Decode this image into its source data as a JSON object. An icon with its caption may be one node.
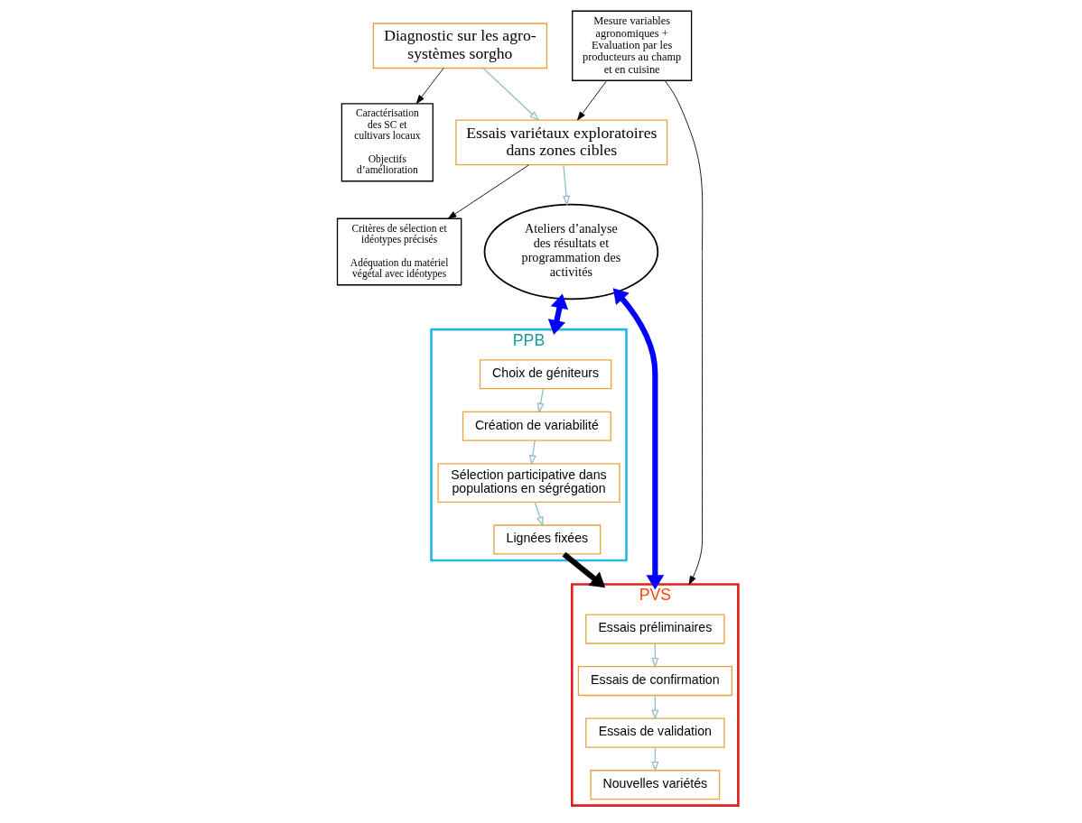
{
  "diagram": {
    "nodes": [
      {
        "text": [
          "Diagnostic sur les agro-systèmes sorgho"
        ]
      },
      {
        "text": [
          "Caractérisation des SC et cultivars locaux",
          "Objectifs d’amélioration"
        ]
      },
      {
        "text": [
          "Essais variétaux exploratoires dans zones cibles"
        ]
      },
      {
        "text": [
          "Mesure variables agronomiques + Evaluation par les producteurs au champ et en cuisine"
        ]
      },
      {
        "text": [
          "Critères de sélection et idéotypes précisés",
          "Adéquation du matériel végétal avec idéotypes"
        ]
      },
      {
        "text": [
          "Ateliers d’analyse des résultats et programmation des activités"
        ]
      },
      {
        "text": [
          "PPB"
        ]
      },
      {
        "text": [
          "Choix de géniteurs"
        ],
        "in": 6
      },
      {
        "text": [
          "Création de variabilité"
        ],
        "in": 6
      },
      {
        "text": [
          "Sélection participative dans populations en ségrégation"
        ],
        "in": 6
      },
      {
        "text": [
          "Lignées fixées"
        ],
        "in": 6
      },
      {
        "text": [
          "PVS"
        ]
      },
      {
        "text": [
          "Essais préliminaires"
        ],
        "in": 11
      },
      {
        "text": [
          "Essais de confirmation"
        ],
        "in": 11
      },
      {
        "text": [
          "Essais de validation"
        ],
        "in": 11
      },
      {
        "text": [
          "Nouvelles variétés"
        ],
        "in": 11
      }
    ],
    "edges": [
      {
        "from": 0,
        "to": 2,
        "arrow": "to"
      },
      {
        "from": 0,
        "to": 1,
        "arrow": "to",
        "color": "#000000"
      },
      {
        "from": 2,
        "to": 4,
        "arrow": "to",
        "color": "#000000"
      },
      {
        "from": 3,
        "to": 2,
        "arrow": "to",
        "color": "#000000"
      },
      {
        "from": 2,
        "to": 5,
        "arrow": "to"
      },
      {
        "from": 5,
        "to": 6,
        "arrow": "both",
        "style": "thick",
        "color": "#0000ff"
      },
      {
        "from": 5,
        "to": 11,
        "arrow": "both",
        "style": "thick",
        "color": "#0000ff"
      },
      {
        "from": 3,
        "to": 11,
        "arrow": "to",
        "color": "#000000"
      },
      {
        "from": 7,
        "to": 8,
        "arrow": "to"
      },
      {
        "from": 8,
        "to": 9,
        "arrow": "to"
      },
      {
        "from": 9,
        "to": 10,
        "arrow": "to"
      },
      {
        "from": 12,
        "to": 13,
        "arrow": "to"
      },
      {
        "from": 13,
        "to": 14,
        "arrow": "to"
      },
      {
        "from": 14,
        "to": 15,
        "arrow": "to"
      },
      {
        "from": 10,
        "to": 11,
        "arrow": "to",
        "style": "thick",
        "color": "#000000"
      }
    ]
  }
}
